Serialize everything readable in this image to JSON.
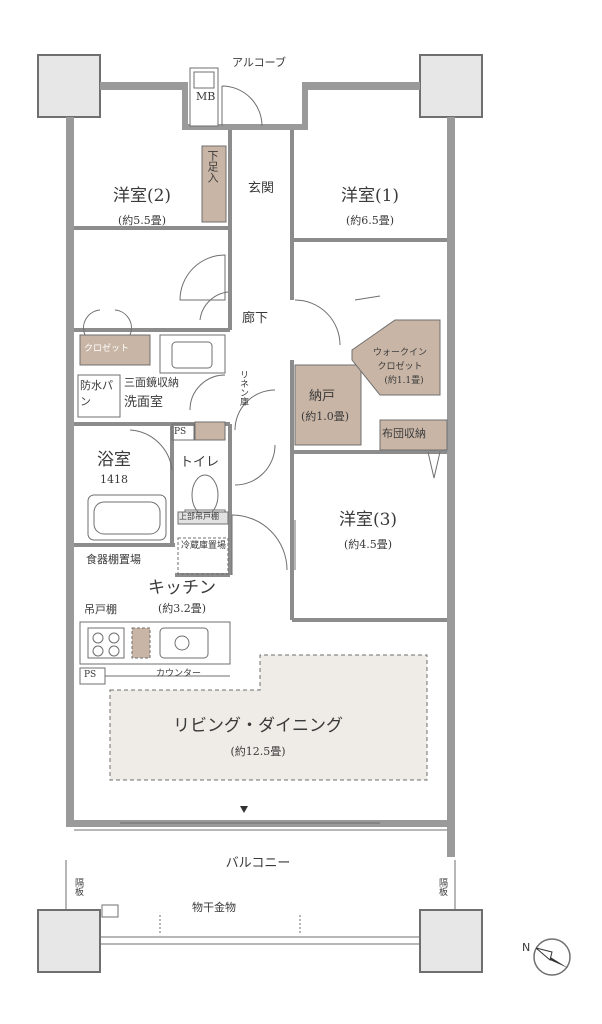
{
  "labels": {
    "alcove": "アルコーブ",
    "mb": "MB",
    "shoe_closet": "下足入",
    "entrance": "玄関",
    "western2_name": "洋室(2)",
    "western2_size": "(約5.5畳)",
    "western1_name": "洋室(1)",
    "western1_size": "(約6.5畳)",
    "corridor": "廊下",
    "closet": "クロゼット",
    "walkin_line1": "ウォークイン",
    "walkin_line2": "クロゼット",
    "walkin_size": "(約1.1畳)",
    "waterproof_pan": "防水パン",
    "mirror_storage": "三面鏡収納",
    "washroom": "洗面室",
    "linen": "リネン庫",
    "storage_name": "納戸",
    "storage_size": "(約1.0畳)",
    "futon_storage": "布団収納",
    "ps1": "PS",
    "bathroom": "浴室",
    "bath_size": "1418",
    "toilet": "トイレ",
    "upper_cabinet_toilet": "上部吊戸棚",
    "fridge_place": "冷蔵庫置場",
    "western3_name": "洋室(3)",
    "western3_size": "(約4.5畳)",
    "dish_shelf": "食器棚置場",
    "kitchen_name": "キッチン",
    "kitchen_size": "(約3.2畳)",
    "hanging_cabinet": "吊戸棚",
    "ps2": "PS",
    "counter": "カウンター",
    "living_name": "リビング・ダイニング",
    "living_size": "(約12.5畳)",
    "balcony": "バルコニー",
    "partition_left": "隔板",
    "partition_right": "隔板",
    "clothes_drying": "物干金物",
    "compass": "N"
  },
  "colors": {
    "wall": "#9a9a9a",
    "wall_dark": "#8c8c8c",
    "line": "#6f6f6f",
    "storage_fill": "#c8b5a6",
    "storage_stroke": "#6f6f6f",
    "living_fill": "#efebe6",
    "pillar_fill": "#e7e7e7"
  }
}
